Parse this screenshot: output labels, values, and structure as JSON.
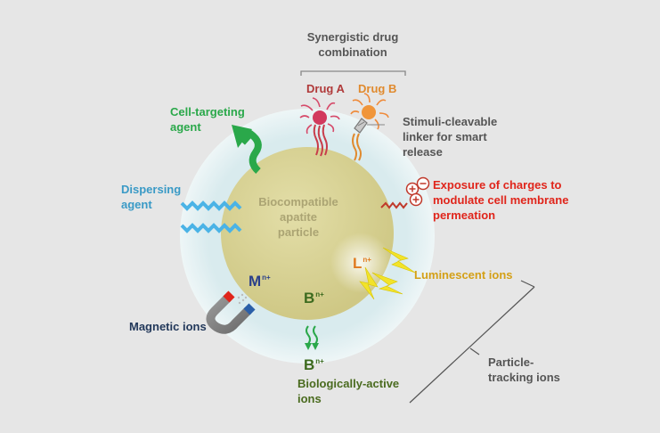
{
  "labels": {
    "synergistic": "Synergistic drug\ncombination",
    "drug_a": "Drug A",
    "drug_b": "Drug B",
    "cell_targeting": "Cell-targeting\nagent",
    "stimuli": "Stimuli-cleavable\nlinker for smart\nrelease",
    "exposure": "Exposure of charges to\nmodulate cell membrane\npermeation",
    "dispersing": "Dispersing\nagent",
    "particle": "Biocompatible\napatite\nparticle",
    "luminescent": "Luminescent ions",
    "magnetic": "Magnetic ions",
    "bio_active": "Biologically-active\nions",
    "tracking": "Particle-\ntracking ions"
  },
  "ions": {
    "magnetic": {
      "letter": "M",
      "charge": "n+"
    },
    "luminescent": {
      "letter": "L",
      "charge": "n+"
    },
    "bio_inner": {
      "letter": "B",
      "charge": "n+"
    },
    "bio_outer": {
      "letter": "B",
      "charge": "n+"
    }
  },
  "colors": {
    "background": "#e6e6e6",
    "shell": "#dcecef",
    "particle": "#d9d398",
    "particle_text": "#aba473",
    "drug_a": "#b03a3a",
    "drug_b": "#e08a2e",
    "green": "#2aa84a",
    "blue_label": "#3a9ac6",
    "red_label": "#e0251b",
    "lum_label": "#d4a017",
    "magnetic_label": "#23395b",
    "bio_label": "#4a6b1f",
    "gray_text": "#555555"
  },
  "icons": [
    "drug-a-molecule-icon",
    "drug-b-molecule-icon",
    "cleavable-linker-icon",
    "targeting-arrow-icon",
    "dispersing-zigzag-icon",
    "charges-icon",
    "lightning-icon",
    "magnet-icon",
    "release-arrow-icon"
  ]
}
